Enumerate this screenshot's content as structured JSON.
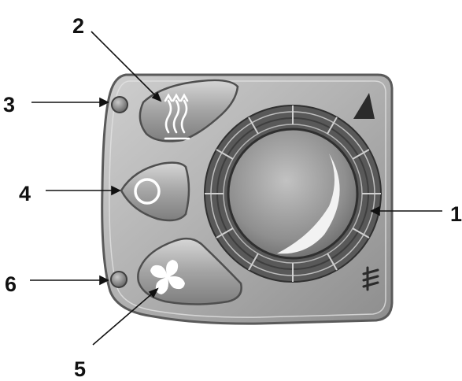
{
  "callouts": [
    {
      "id": "1",
      "label": "1",
      "target": "rotary-knob"
    },
    {
      "id": "2",
      "label": "2",
      "target": "heat-button"
    },
    {
      "id": "3",
      "label": "3",
      "target": "heat-indicator-led"
    },
    {
      "id": "4",
      "label": "4",
      "target": "power-button"
    },
    {
      "id": "5",
      "label": "5",
      "target": "fan-button"
    },
    {
      "id": "6",
      "label": "6",
      "target": "fan-indicator-led"
    }
  ],
  "icons": {
    "heat_button": "heat-waves-icon",
    "power_button": "circle-icon",
    "fan_button": "fan-icon",
    "knob_top_marker": "triangle-up-icon",
    "knob_bottom_marker": "heat-scale-icon"
  },
  "colors": {
    "panel": "#a9a9a9",
    "panel_edge": "#6f6f6f",
    "button": "#9a9a9a",
    "knob_ring": "#5c5c5c",
    "led": "#7a7a7a"
  }
}
